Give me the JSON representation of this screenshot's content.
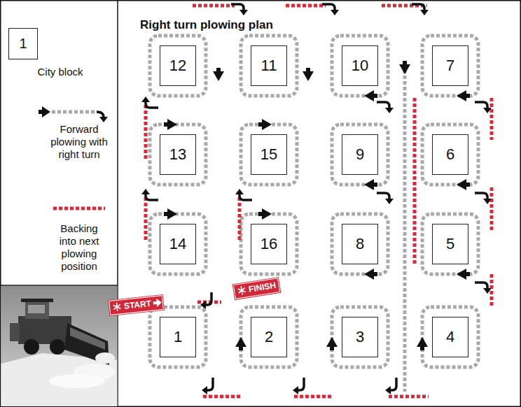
{
  "diagram": {
    "title": "Right turn plowing plan",
    "nodes": [
      {
        "text": [
          "12"
        ]
      },
      {
        "text": [
          "11"
        ]
      },
      {
        "text": [
          "10"
        ]
      },
      {
        "text": [
          "7"
        ]
      },
      {
        "text": [
          "13"
        ]
      },
      {
        "text": [
          "15"
        ]
      },
      {
        "text": [
          "9"
        ]
      },
      {
        "text": [
          "6"
        ]
      },
      {
        "text": [
          "14"
        ]
      },
      {
        "text": [
          "16"
        ]
      },
      {
        "text": [
          "8"
        ]
      },
      {
        "text": [
          "5"
        ]
      },
      {
        "text": [
          "FINISH"
        ]
      },
      {
        "text": [
          "START"
        ]
      },
      {
        "text": [
          "1"
        ]
      },
      {
        "text": [
          "2"
        ]
      },
      {
        "text": [
          "3"
        ]
      },
      {
        "text": [
          "4"
        ]
      }
    ],
    "labels": [
      "1"
    ],
    "legend": [
      {
        "text": "City block"
      },
      {
        "text": "Forward plowing with right turn"
      },
      {
        "text": "Backing into next plowing position"
      }
    ]
  }
}
